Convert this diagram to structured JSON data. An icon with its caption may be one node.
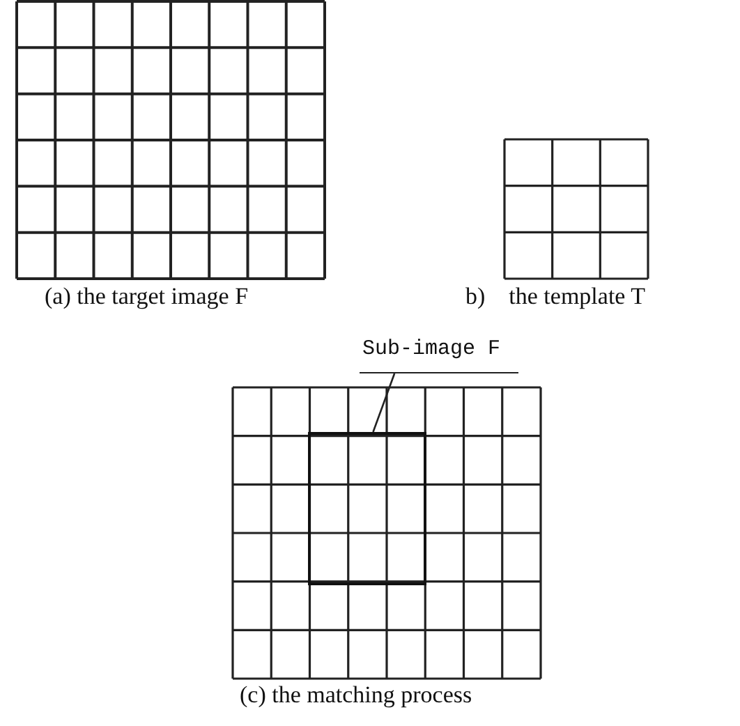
{
  "diagram": {
    "nodes": [
      {
        "text": [
          "Sub-image F"
        ]
      },
      {
        "text": [],
        "shape": "box"
      }
    ],
    "edges": [
      {
        "from": 0,
        "to": 1,
        "arrow": "none"
      }
    ],
    "labels": [
      "(a) the target image F",
      "b)    the template T",
      "(c) the matching process"
    ]
  }
}
